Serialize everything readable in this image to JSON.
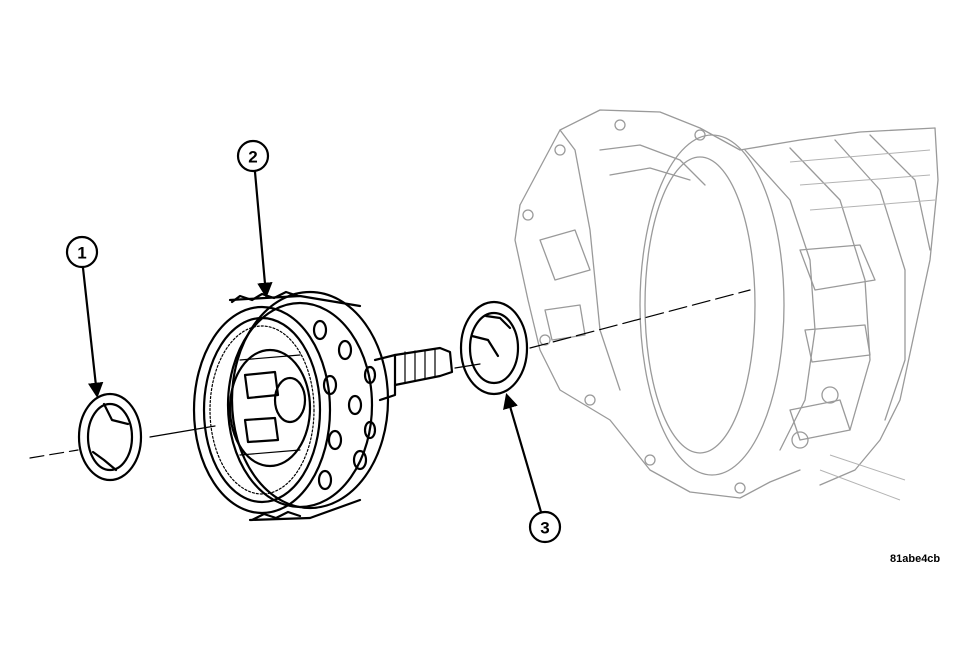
{
  "figure": {
    "callouts": [
      {
        "id": "1",
        "label": "1"
      },
      {
        "id": "2",
        "label": "2"
      },
      {
        "id": "3",
        "label": "3"
      }
    ],
    "reference_code": "81abe4cb"
  }
}
